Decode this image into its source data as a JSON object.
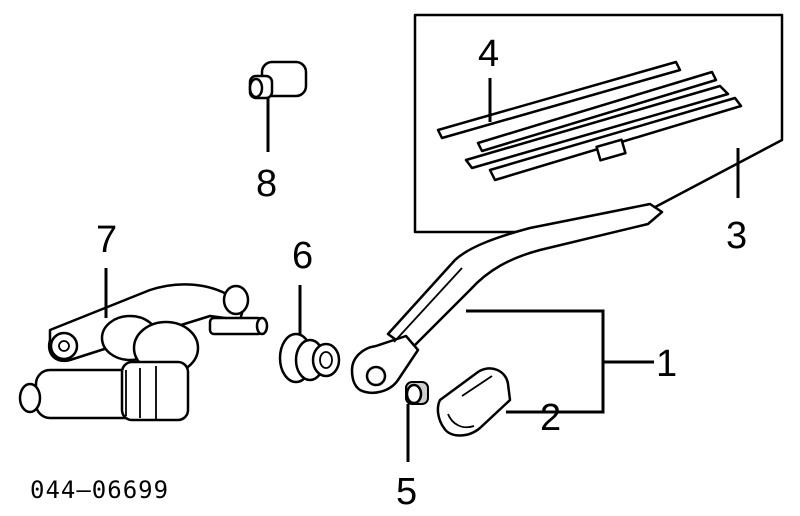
{
  "diagram": {
    "part_code": "044–06699",
    "callouts": {
      "c1": "1",
      "c2": "2",
      "c3": "3",
      "c4": "4",
      "c5": "5",
      "c6": "6",
      "c7": "7",
      "c8": "8"
    }
  }
}
